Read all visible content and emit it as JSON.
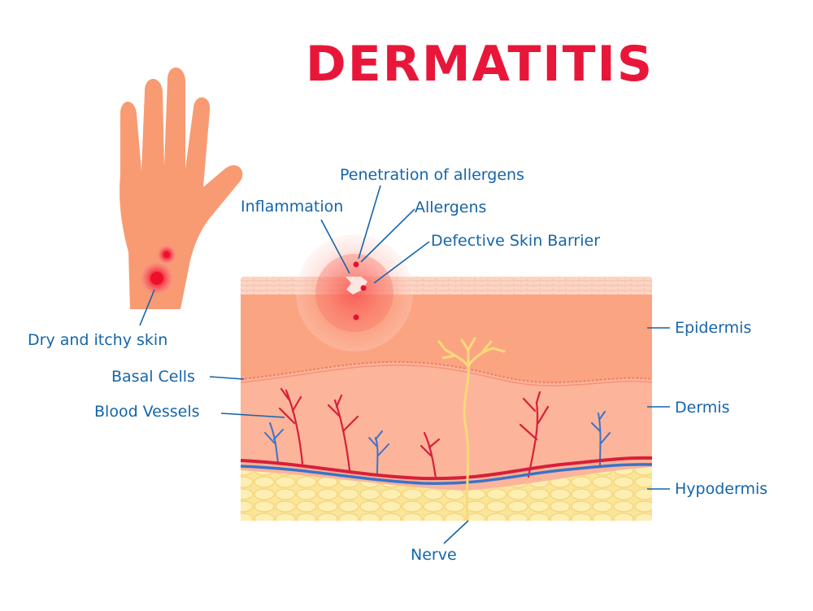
{
  "title": "DERMATITIS",
  "labels": {
    "penetration": "Penetration of allergens",
    "inflammation": "Inflammation",
    "allergens": "Allergens",
    "defective_barrier": "Defective Skin Barrier",
    "dry_itchy": "Dry and itchy skin",
    "basal_cells": "Basal Cells",
    "blood_vessels": "Blood Vessels",
    "epidermis": "Epidermis",
    "dermis": "Dermis",
    "hypodermis": "Hypodermis",
    "nerve": "Nerve"
  },
  "colors": {
    "title": "#e8173a",
    "label": "#1565a8",
    "skin": "#f89a72",
    "epidermis": "#fba482",
    "dermis": "#fcb49a",
    "hypodermis": "#fbe69a",
    "artery": "#d7203a",
    "vein": "#3b73c8",
    "nerve": "#f8d97a"
  }
}
